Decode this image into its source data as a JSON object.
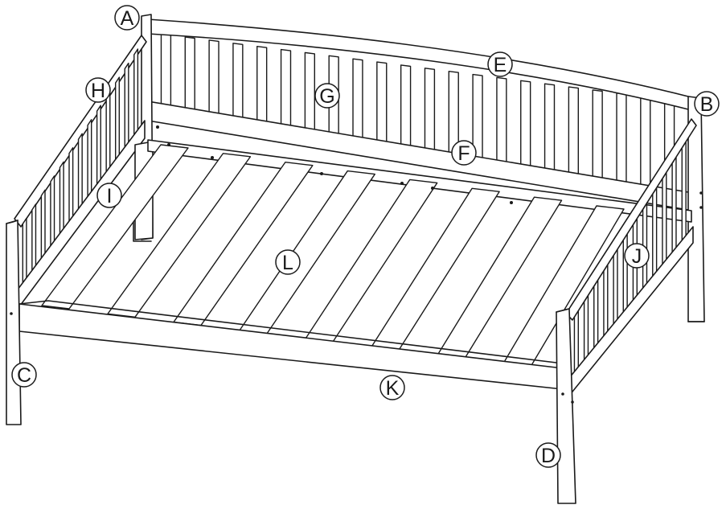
{
  "diagram": {
    "labels": [
      {
        "id": "A",
        "text": "A"
      },
      {
        "id": "B",
        "text": "B"
      },
      {
        "id": "C",
        "text": "C"
      },
      {
        "id": "D",
        "text": "D"
      },
      {
        "id": "E",
        "text": "E"
      },
      {
        "id": "F",
        "text": "F"
      },
      {
        "id": "G",
        "text": "G"
      },
      {
        "id": "H",
        "text": "H"
      },
      {
        "id": "I",
        "text": "I"
      },
      {
        "id": "J",
        "text": "J"
      },
      {
        "id": "K",
        "text": "K"
      },
      {
        "id": "L",
        "text": "L"
      }
    ]
  }
}
